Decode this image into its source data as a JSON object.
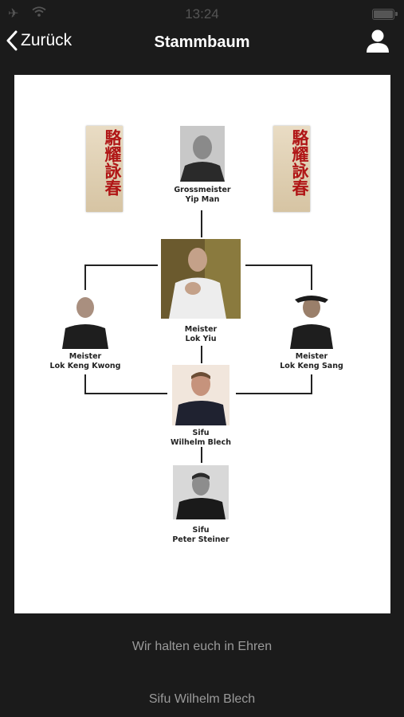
{
  "status_bar": {
    "time": "13:24"
  },
  "nav": {
    "back_label": "Zurück",
    "title": "Stammbaum"
  },
  "scroll": {
    "text": "駱耀詠春"
  },
  "tree": {
    "top": {
      "title": "Grossmeister",
      "name": "Yip Man"
    },
    "center": {
      "title": "Meister",
      "name": "Lok Yiu"
    },
    "left": {
      "title": "Meister",
      "name": "Lok Keng Kwong"
    },
    "right": {
      "title": "Meister",
      "name": "Lok Keng Sang"
    },
    "sifu1": {
      "title": "Sifu",
      "name": "Wilhelm Blech"
    },
    "sifu2": {
      "title": "Sifu",
      "name": "Peter Steiner"
    }
  },
  "footer": {
    "line1": "Wir halten euch in Ehren",
    "line2": "Sifu Wilhelm Blech"
  },
  "icons": [
    "airplane-icon",
    "wifi-icon",
    "battery-icon",
    "chevron-left-icon",
    "user-icon"
  ]
}
